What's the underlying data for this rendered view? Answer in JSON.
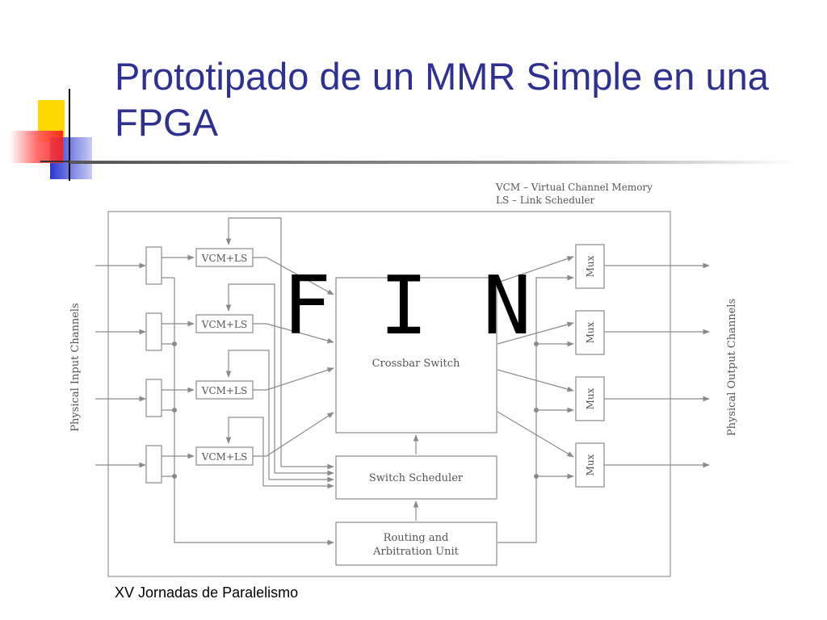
{
  "slide": {
    "title": "Prototipado de un MMR Simple en una FPGA",
    "footer": "XV Jornadas de Paralelismo",
    "accent_colors": {
      "title": "#2e3192",
      "yellow": "#ffd700",
      "red": "#ff3030",
      "blue": "#2a35d0"
    }
  },
  "diagram": {
    "legend": [
      "VCM – Virtual Channel Memory",
      "LS – Link Scheduler"
    ],
    "input_label": "Physical Input Channels",
    "output_label": "Physical Output Channels",
    "vcm_blocks": [
      "VCM+LS",
      "VCM+LS",
      "VCM+LS",
      "VCM+LS"
    ],
    "mux_blocks": [
      "Mux",
      "Mux",
      "Mux",
      "Mux"
    ],
    "crossbar_label": "Crossbar Switch",
    "scheduler_label": "Switch Scheduler",
    "routing_label": [
      "Routing and",
      "Arbitration Unit"
    ],
    "overlay_letters": [
      "F",
      "I",
      "N"
    ]
  }
}
